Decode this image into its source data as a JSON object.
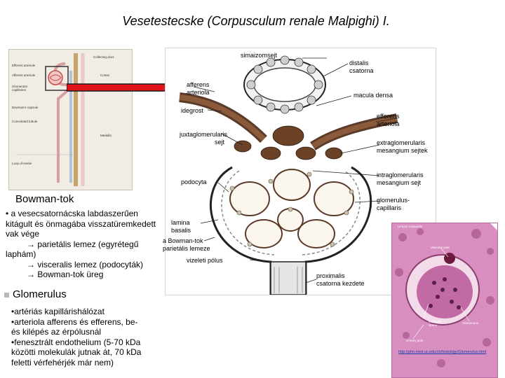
{
  "title": "Vesetestecske (Corpusculum renale Malpighi) I.",
  "bowman": {
    "heading": "Bowman-tok",
    "line1": "• a vesecsatornácska labdaszerűen",
    "line2": "kitágult és önmagába visszatüremkedett",
    "line3": "vak vége",
    "line4": "→ parietális lemez (egyrétegű",
    "line5": "laphám)",
    "line6": "→ visceralis lemez (podocyták)",
    "line7": "→ Bowman-tok üreg"
  },
  "glomerulus": {
    "heading": "Glomerulus",
    "line1": "•artériás kapillárishálózat",
    "line2": "•arteriola afferens és efferens, be-",
    "line3": "és kilépés az érpólusnál",
    "line4": "•fenesztrált endothelium (5-70 kDa",
    "line5": "közötti molekulák jutnak át, 70 kDa",
    "line6": "feletti vérfehérjék már nem)"
  },
  "diagram_labels": {
    "simaizomsejt": "simaizomsejt",
    "distalis": "distalis",
    "csatorna": "csatorna",
    "afferens": "afferens",
    "arteriola1": "arteriola",
    "macula": "macula densa",
    "idegrost": "idegrost",
    "efferens": "efferens",
    "arteriola2": "arteriola",
    "juxta1": "juxtaglomerularis",
    "juxta2": "sejt",
    "extra1": "extraglomerularis",
    "extra2": "mesangium sejtek",
    "intra1": "intraglomerularis",
    "intra2": "mesangium sejt",
    "podocyta": "podocyta",
    "glom1": "glomerulus-",
    "glom2": "capillaris",
    "lamina1": "lamina",
    "lamina2": "basalis",
    "bowman1": "a Bowman-tok",
    "bowman2": "parietális lemeze",
    "vizeleti": "vizeleti pólus",
    "prox1": "proximalis",
    "prox2": "csatorna kezdete"
  },
  "left_panel_labels": {
    "a": "Efferent arteriole",
    "b": "Afferent arteriole",
    "c": "Glomerular capillaries",
    "d": "Bowman's capsule",
    "e": "Convoluted tubule",
    "f": "Loop of Henle",
    "g": "Collecting duct",
    "h": "Cortex",
    "i": "Medulla"
  },
  "micro_labels": {
    "top": "Urinary corpuscle",
    "a": "Vascular pole",
    "b": "Capsular space",
    "c": "Glomerulus",
    "d": "Urinary pole"
  },
  "link_text": "http://phn.med.uc.edu/ch/histology/Glomerulus.html",
  "colors": {
    "arrow": "#e0151b",
    "arrow_outline": "#1a1a1a",
    "micro_bg": "#d88fbf",
    "link": "#1a3fa8"
  }
}
